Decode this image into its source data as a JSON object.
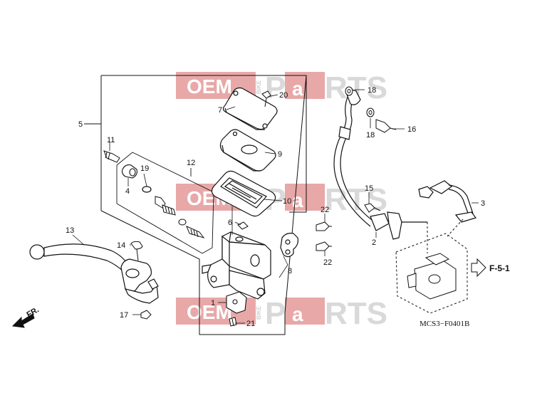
{
  "watermark": {
    "oem": "OEM",
    "bike": "BIKE",
    "parts_p": "P",
    "parts_a": "a",
    "parts_rest": "RTS"
  },
  "labels": {
    "l1": "1",
    "l2": "2",
    "l3": "3",
    "l4": "4",
    "l5": "5",
    "l6": "6",
    "l7": "7",
    "l8": "8",
    "l9": "9",
    "l10": "10",
    "l11": "11",
    "l12": "12",
    "l13": "13",
    "l14": "14",
    "l15": "15",
    "l16": "16",
    "l17": "17",
    "l18a": "18",
    "l18b": "18",
    "l19": "19",
    "l20": "20",
    "l21": "21",
    "l22a": "22",
    "l22b": "22"
  },
  "ref_label": "F-5-1",
  "front_label": "FR.",
  "diagram_code": "MCS3−F0401B",
  "colors": {
    "watermark_red": "#e8a8a8",
    "line": "#111111"
  }
}
